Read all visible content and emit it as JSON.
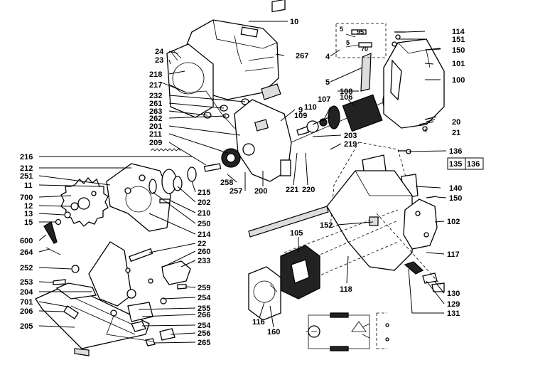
{
  "labels": {
    "l10": "10",
    "l24": "24",
    "l23": "23",
    "l218": "218",
    "l217": "217",
    "l232": "232",
    "l261": "261",
    "l263": "263",
    "l262": "262",
    "l201": "201",
    "l211": "211",
    "l209": "209",
    "l216": "216",
    "l212": "212",
    "l251": "251",
    "l11": "11",
    "l700": "700",
    "l12": "12",
    "l13": "13",
    "l15": "15",
    "l600": "600",
    "l264": "264",
    "l252": "252",
    "l253": "253",
    "l204": "204",
    "l701": "701",
    "l206": "206",
    "l205": "205",
    "l114": "114",
    "l151": "151",
    "l150a": "150",
    "l101": "101",
    "l100": "100",
    "l4": "4",
    "l5": "5",
    "l5b": "5",
    "l95": "95",
    "l5c": "5",
    "l70": "70",
    "l108": "108",
    "l106": "106",
    "l107": "107",
    "l110": "110",
    "l109": "109",
    "l9": "9",
    "l267": "267",
    "l20": "20",
    "l21": "21",
    "l203": "203",
    "l219": "219",
    "l136a": "136",
    "l135": "135",
    "l136b": "136",
    "l140": "140",
    "l150b": "150",
    "l102": "102",
    "l117": "117",
    "l130": "130",
    "l129": "129",
    "l131": "131",
    "l258": "258",
    "l257": "257",
    "l200": "200",
    "l221": "221",
    "l220": "220",
    "l215": "215",
    "l202": "202",
    "l210": "210",
    "l250": "250",
    "l214": "214",
    "l22": "22",
    "l260": "260",
    "l233": "233",
    "l259": "259",
    "l254a": "254",
    "l255": "255",
    "l266": "266",
    "l254b": "254",
    "l256": "256",
    "l265": "265",
    "l152": "152",
    "l105": "105",
    "l118": "118",
    "l116": "116",
    "l160": "160"
  },
  "icons": [
    "circular-saw-exploded-view",
    "wiring-schematic-icon"
  ]
}
